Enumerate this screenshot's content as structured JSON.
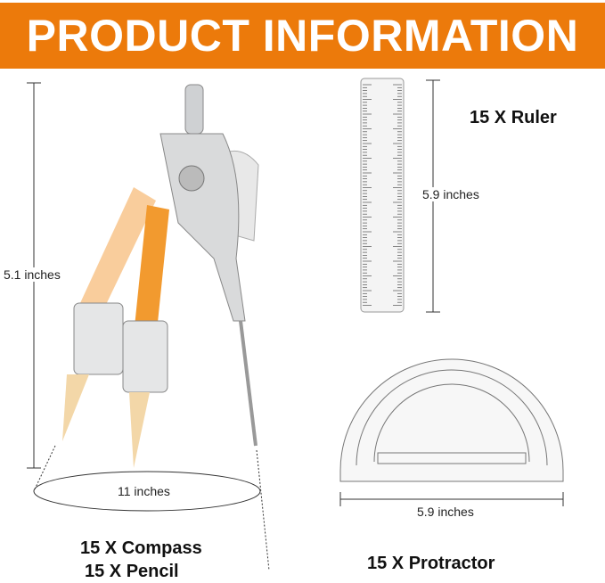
{
  "banner": {
    "title": "PRODUCT INFORMATION",
    "color": "#ec7a0b"
  },
  "compass": {
    "height_label": "5.1 inches",
    "diameter_label": "11 inches",
    "caption_line1": "15 X Compass",
    "caption_line2": "15 X Pencil"
  },
  "ruler": {
    "caption": "15 X Ruler",
    "length_label": "5.9 inches"
  },
  "protractor": {
    "caption": "15 X Protractor",
    "width_label": "5.9 inches"
  }
}
